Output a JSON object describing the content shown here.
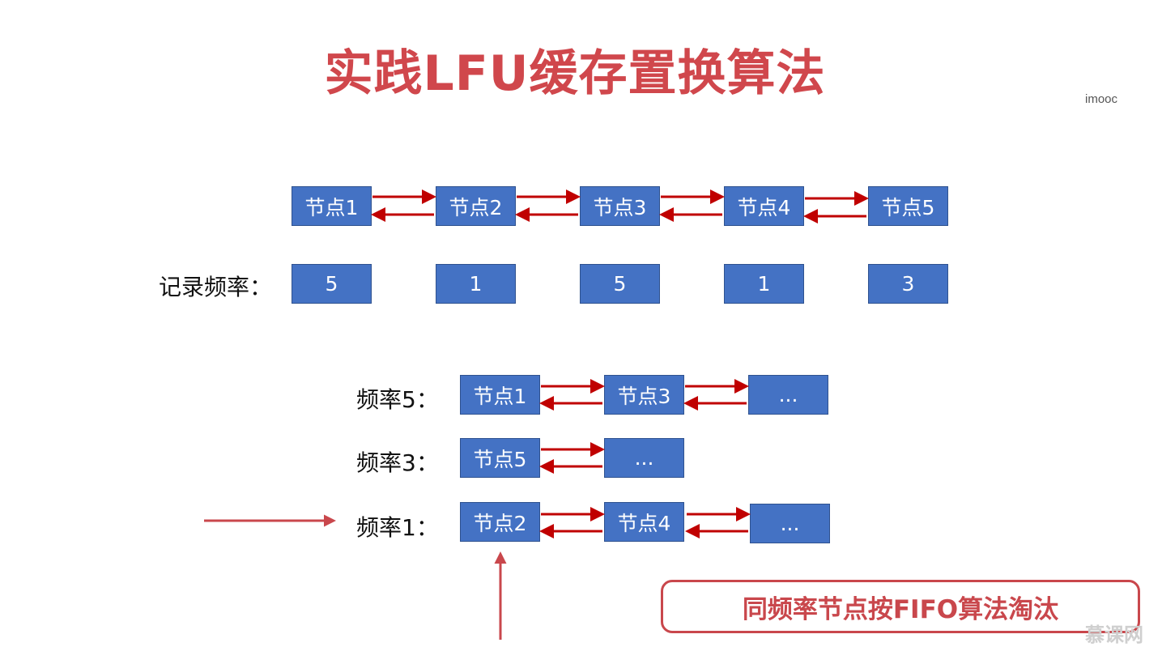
{
  "title": "实践LFU缓存置换算法",
  "watermark": "imooc",
  "top_list": {
    "nodes": [
      "节点1",
      "节点2",
      "节点3",
      "节点4",
      "节点5"
    ]
  },
  "freq_record": {
    "label": "记录频率：",
    "values": [
      "5",
      "1",
      "5",
      "1",
      "3"
    ]
  },
  "freq_lists": [
    {
      "label": "频率5：",
      "nodes": [
        "节点1",
        "节点3",
        "..."
      ]
    },
    {
      "label": "频率3：",
      "nodes": [
        "节点5",
        "..."
      ]
    },
    {
      "label": "频率1：",
      "nodes": [
        "节点2",
        "节点4",
        "..."
      ]
    }
  ],
  "note": "同频率节点按FIFO算法淘汰",
  "logo": "慕课网",
  "colors": {
    "title": "#d0474c",
    "box_fill": "#4472c4",
    "link_arrow": "#c00000",
    "pointer_arrow": "#c9474c"
  }
}
